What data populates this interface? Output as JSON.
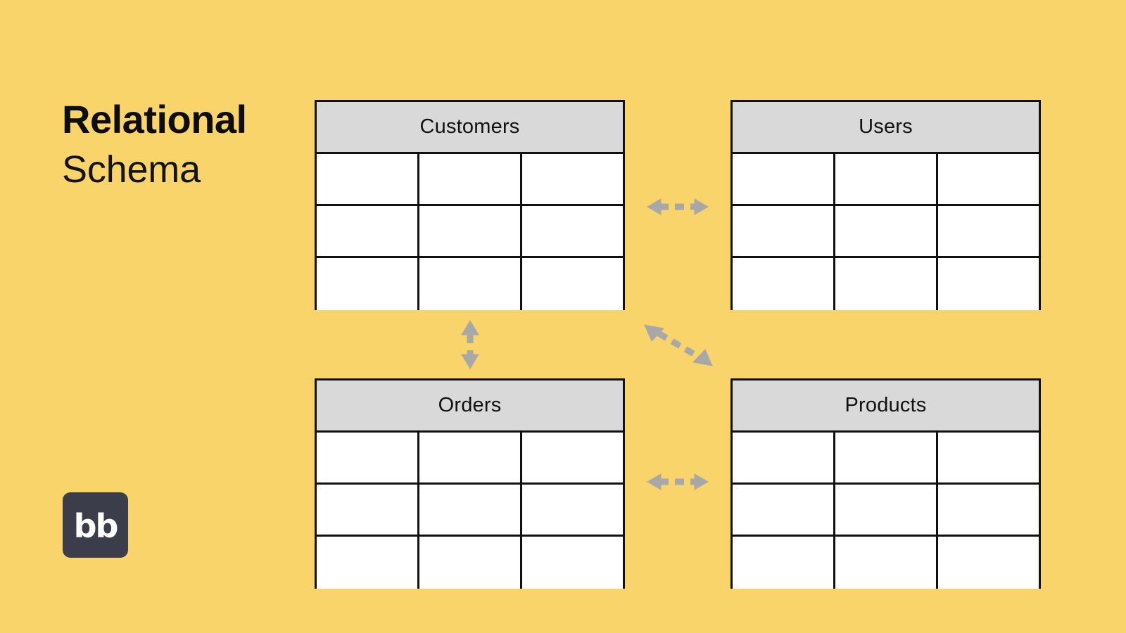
{
  "page": {
    "background_color": "#f9d46a",
    "title_primary": "Relational",
    "title_secondary": "Schema"
  },
  "logo": {
    "text": "bb",
    "background_color": "#3b3e4a",
    "text_color": "#ffffff"
  },
  "diagram": {
    "header_fill": "#d9d9d9",
    "cell_fill": "#ffffff",
    "border_color": "#111111",
    "arrow_color": "#a8a8a8",
    "tables": [
      {
        "name": "Customers",
        "columns": 3,
        "rows": 3
      },
      {
        "name": "Users",
        "columns": 3,
        "rows": 3
      },
      {
        "name": "Orders",
        "columns": 3,
        "rows": 3
      },
      {
        "name": "Products",
        "columns": 3,
        "rows": 3
      }
    ],
    "connectors": [
      {
        "from": "Customers",
        "to": "Users",
        "style": "dashed",
        "heads": "both",
        "orientation": "horizontal"
      },
      {
        "from": "Customers",
        "to": "Orders",
        "style": "dashed",
        "heads": "both",
        "orientation": "vertical"
      },
      {
        "from": "Users",
        "to": "Orders",
        "style": "dashed",
        "heads": "both",
        "orientation": "diagonal"
      },
      {
        "from": "Orders",
        "to": "Products",
        "style": "dashed",
        "heads": "both",
        "orientation": "horizontal"
      }
    ]
  }
}
